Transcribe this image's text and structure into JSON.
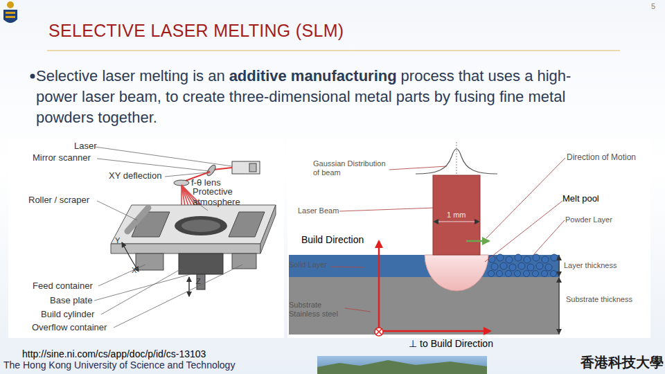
{
  "diagram": {
    "title": "SELECTIVE LASER MELTING (SLM)",
    "labels": [
      "5",
      "Selective laser melting is an",
      "additive manufacturing",
      "process that uses a high-power laser beam, to create three-dimensional metal parts by fusing fine metal powders together.",
      "Laser",
      "Mirror scanner",
      "XY deflection",
      "f-θ lens",
      "Roller / scraper",
      "Protective atmosphere",
      "Y",
      "X",
      "Z",
      "Feed container",
      "Base plate",
      "Build cylinder",
      "Overflow container",
      "http://sine.ni.com/cs/app/doc/p/id/cs-13103",
      "Gaussian Distribution of beam",
      "Direction of Motion",
      "Melt pool",
      "Laser Beam",
      "1 mm",
      "Powder Layer",
      "Build Direction",
      "Solid Layer",
      "Layer thickness",
      "Substrate Stainless steel",
      "Substrate thickness",
      "⊥ to Build Direction",
      "The Hong Kong University of Science and Technology",
      "香港科技大學"
    ]
  }
}
